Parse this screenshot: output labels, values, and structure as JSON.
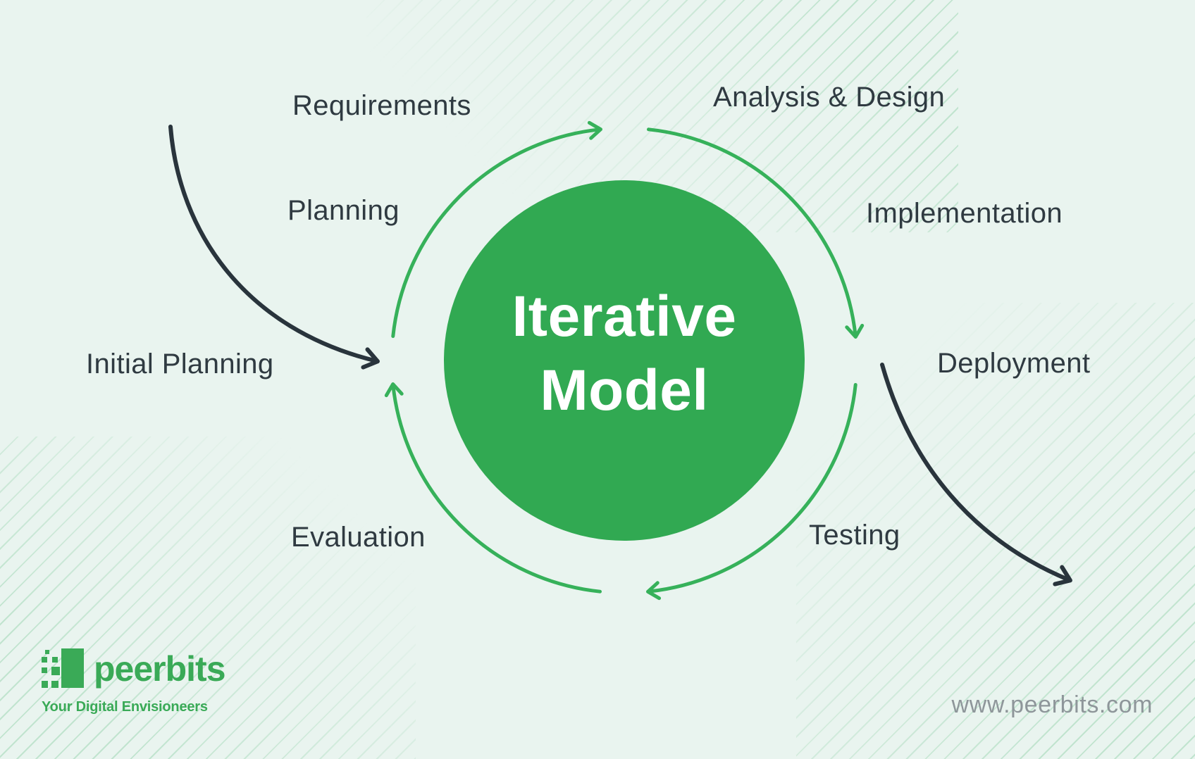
{
  "title": {
    "line1": "Iterative",
    "line2": "Model"
  },
  "stages": [
    {
      "id": "requirements",
      "label": "Requirements"
    },
    {
      "id": "analysis-design",
      "label": "Analysis & Design"
    },
    {
      "id": "planning",
      "label": "Planning"
    },
    {
      "id": "implementation",
      "label": "Implementation"
    },
    {
      "id": "initial-planning",
      "label": "Initial Planning"
    },
    {
      "id": "deployment",
      "label": "Deployment"
    },
    {
      "id": "evaluation",
      "label": "Evaluation"
    },
    {
      "id": "testing",
      "label": "Testing"
    }
  ],
  "branding": {
    "logo_text": "peerbits",
    "tagline": "Your Digital Envisioneers",
    "website": "www.peerbits.com"
  },
  "colors": {
    "background": "#e9f4ef",
    "circle_fill": "#31a952",
    "cycle_arrow": "#36b15a",
    "label_text": "#2f3a41",
    "flow_arrow": "#29343c",
    "brand_green": "#3aaa57",
    "website_text": "#8e969a",
    "title_text": "#ffffff",
    "stripe": "rgba(109,195,140,0.32)"
  }
}
